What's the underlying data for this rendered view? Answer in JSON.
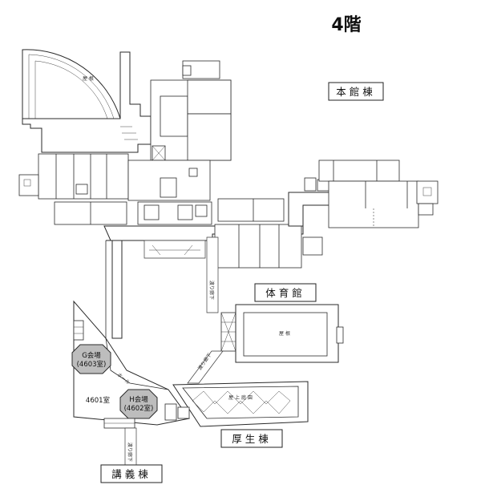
{
  "floor": "4階",
  "buildings": {
    "main": "本館棟",
    "gym": "体育館",
    "welfare": "厚生棟",
    "lecture": "講義棟"
  },
  "rooms": {
    "g_venue_line1": "G会場",
    "g_venue_line2": "(4603室)",
    "h_venue_line1": "H会場",
    "h_venue_line2": "(4602室)",
    "room_4601": "4601室",
    "hall": "ホール"
  },
  "small_labels": {
    "roof_main": "屋 根",
    "roof_gym": "屋 根",
    "roof_garden": "屋 上 庭 園",
    "corridor_gym": "渡り廊下",
    "corridor_welfare": "渡り廊下",
    "corridor_lecture": "渡り廊下"
  },
  "colors": {
    "venue_fill": "#bdbdbd",
    "line": "#2a2a2a",
    "background": "#ffffff"
  }
}
